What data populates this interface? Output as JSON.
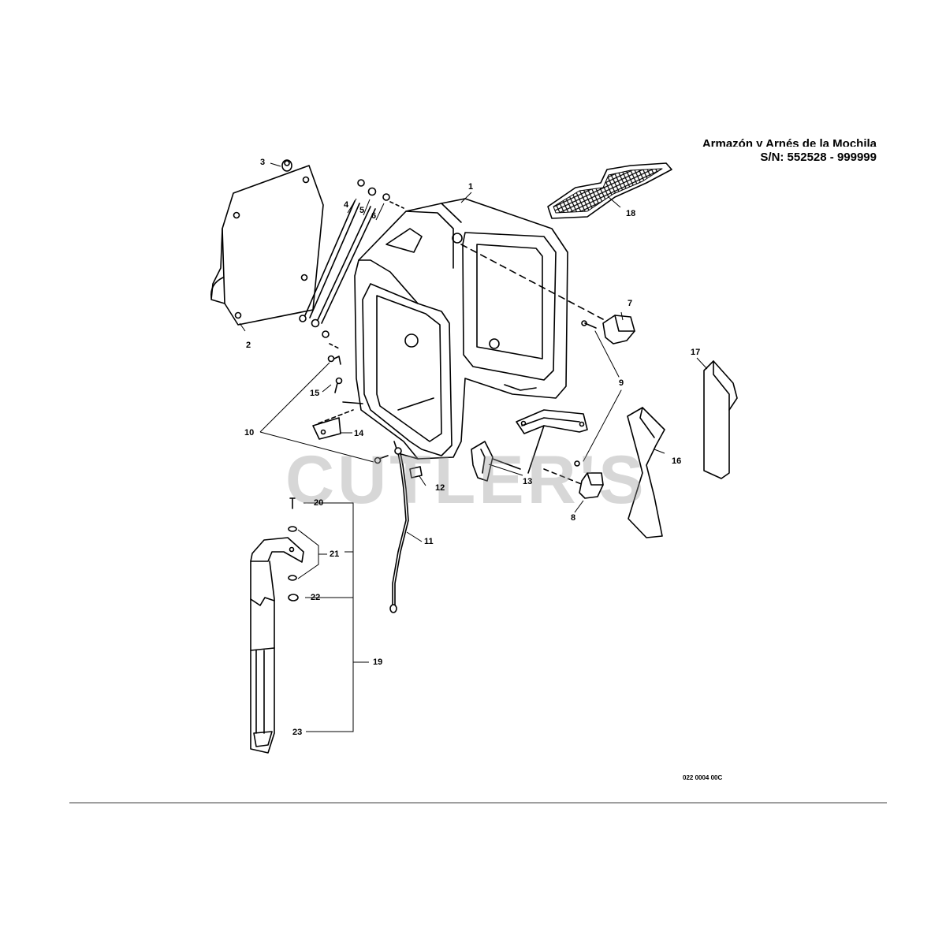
{
  "header": {
    "title": "Armazón y Arnés de la Mochila",
    "serial": "S/N: 552528 - 999999"
  },
  "watermark": "CUTLER'S",
  "document_number": "022 0004 00C",
  "callouts": [
    "1",
    "2",
    "3",
    "4",
    "5",
    "6",
    "7",
    "8",
    "9",
    "10",
    "11",
    "12",
    "13",
    "14",
    "15",
    "16",
    "17",
    "18",
    "19",
    "20",
    "21",
    "22",
    "23"
  ],
  "colors": {
    "ink": "#000000",
    "watermark": "#969696",
    "fill": "#ffffff"
  }
}
